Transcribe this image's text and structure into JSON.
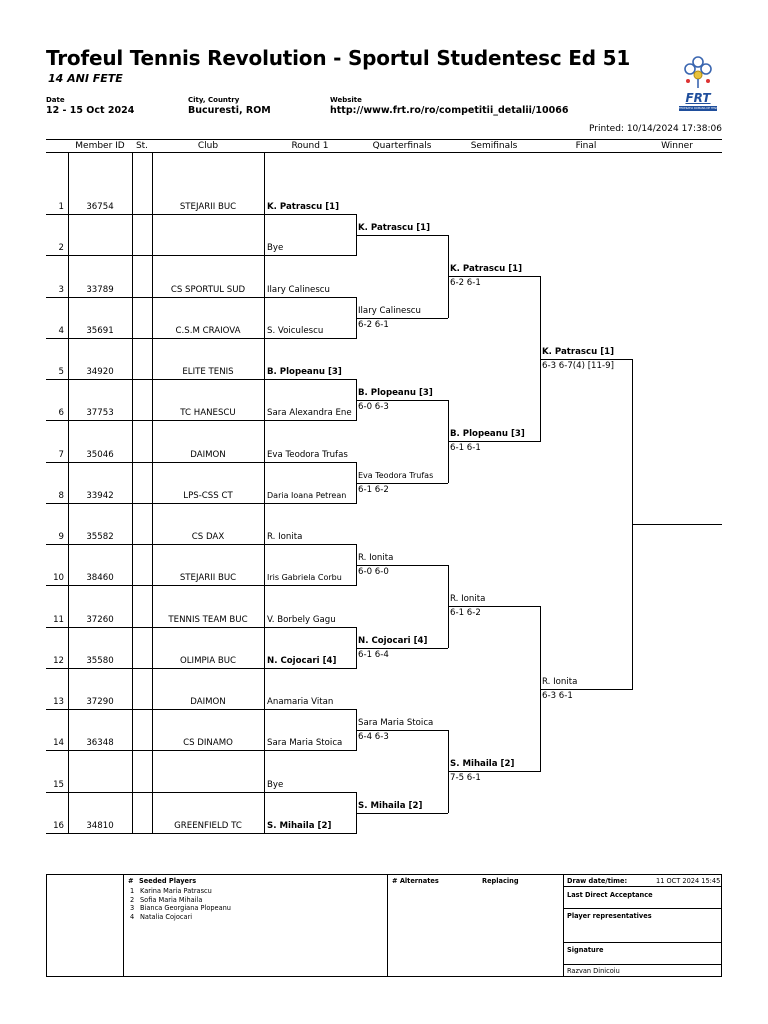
{
  "header": {
    "title": "Trofeul Tennis Revolution - Sportul Studentesc Ed 51",
    "subtitle": "14 ANI FETE",
    "date_label": "Date",
    "date_value": "12 - 15 Oct 2024",
    "city_label": "City, Country",
    "city_value": "Bucuresti, ROM",
    "website_label": "Website",
    "website_value": "http://www.frt.ro/ro/competitii_detalii/10066",
    "printed": "Printed: 10/14/2024 17:38:06",
    "logo_text": "FRT",
    "logo_caption": "FEDERATIA ROMANA DE TENIS"
  },
  "columns": {
    "member_id": "Member ID",
    "st": "St.",
    "club": "Club",
    "round1": "Round 1",
    "quarterfinals": "Quarterfinals",
    "semifinals": "Semifinals",
    "final": "Final",
    "winner": "Winner"
  },
  "draw": [
    {
      "num": "1",
      "member_id": "36754",
      "club": "STEJARII BUC",
      "player": "K. Patrascu [1]",
      "bold": true
    },
    {
      "num": "2",
      "member_id": "",
      "club": "",
      "player": "Bye",
      "bold": false
    },
    {
      "num": "3",
      "member_id": "33789",
      "club": "CS SPORTUL SUD",
      "player": "Ilary Calinescu",
      "bold": false
    },
    {
      "num": "4",
      "member_id": "35691",
      "club": "C.S.M CRAIOVA",
      "player": "S. Voiculescu",
      "bold": false
    },
    {
      "num": "5",
      "member_id": "34920",
      "club": "ELITE TENIS",
      "player": "B. Plopeanu [3]",
      "bold": true
    },
    {
      "num": "6",
      "member_id": "37753",
      "club": "TC HANESCU",
      "player": "Sara Alexandra Ene",
      "bold": false
    },
    {
      "num": "7",
      "member_id": "35046",
      "club": "DAIMON",
      "player": "Eva Teodora Trufas",
      "bold": false
    },
    {
      "num": "8",
      "member_id": "33942",
      "club": "LPS-CSS CT",
      "player": "Daria Ioana Petrean",
      "bold": false
    },
    {
      "num": "9",
      "member_id": "35582",
      "club": "CS DAX",
      "player": "R. Ionita",
      "bold": false
    },
    {
      "num": "10",
      "member_id": "38460",
      "club": "STEJARII BUC",
      "player": "Iris Gabriela Corbu",
      "bold": false
    },
    {
      "num": "11",
      "member_id": "37260",
      "club": "TENNIS TEAM BUC",
      "player": "V. Borbely Gagu",
      "bold": false
    },
    {
      "num": "12",
      "member_id": "35580",
      "club": "OLIMPIA BUC",
      "player": "N. Cojocari [4]",
      "bold": true
    },
    {
      "num": "13",
      "member_id": "37290",
      "club": "DAIMON",
      "player": "Anamaria Vitan",
      "bold": false
    },
    {
      "num": "14",
      "member_id": "36348",
      "club": "CS DINAMO",
      "player": "Sara Maria Stoica",
      "bold": false
    },
    {
      "num": "15",
      "member_id": "",
      "club": "",
      "player": "Bye",
      "bold": false
    },
    {
      "num": "16",
      "member_id": "34810",
      "club": "GREENFIELD TC",
      "player": "S. Mihaila [2]",
      "bold": true
    }
  ],
  "quarterfinals": [
    {
      "name": "K. Patrascu [1]",
      "score": "",
      "bold": true
    },
    {
      "name": "Ilary Calinescu",
      "score": "6-2 6-1",
      "bold": false
    },
    {
      "name": "B. Plopeanu [3]",
      "score": "6-0 6-3",
      "bold": true
    },
    {
      "name": "Eva Teodora Trufas",
      "score": "6-1 6-2",
      "bold": false
    },
    {
      "name": "R. Ionita",
      "score": "6-0 6-0",
      "bold": false
    },
    {
      "name": "N. Cojocari [4]",
      "score": "6-1 6-4",
      "bold": true
    },
    {
      "name": "Sara Maria Stoica",
      "score": "6-4 6-3",
      "bold": false
    },
    {
      "name": "S. Mihaila [2]",
      "score": "",
      "bold": true
    }
  ],
  "semifinals": [
    {
      "name": "K. Patrascu [1]",
      "score": "6-2 6-1",
      "bold": true
    },
    {
      "name": "B. Plopeanu [3]",
      "score": "6-1 6-1",
      "bold": true
    },
    {
      "name": "R. Ionita",
      "score": "6-1 6-2",
      "bold": false
    },
    {
      "name": "S. Mihaila [2]",
      "score": "7-5 6-1",
      "bold": true
    }
  ],
  "final": [
    {
      "name": "K. Patrascu [1]",
      "score": "6-3 6-7(4) [11-9]",
      "bold": true
    },
    {
      "name": "R. Ionita",
      "score": "6-3 6-1",
      "bold": false
    }
  ],
  "footer": {
    "seeded_title": "Seeded Players",
    "hash": "#",
    "seeded": [
      {
        "n": "1",
        "name": "Karina Maria Patrascu"
      },
      {
        "n": "2",
        "name": "Sofia Maria Mihaila"
      },
      {
        "n": "3",
        "name": "Bianca Georgiana Plopeanu"
      },
      {
        "n": "4",
        "name": "Natalia Cojocari"
      }
    ],
    "alternates_title": "# Alternates",
    "replacing_title": "Replacing",
    "draw_date_label": "Draw date/time:",
    "draw_date_value": "11 OCT 2024 15:45",
    "last_direct": "Last Direct Acceptance",
    "player_reps": "Player representatives",
    "signature": "Signature",
    "signer": "Razvan Dinicoiu"
  }
}
